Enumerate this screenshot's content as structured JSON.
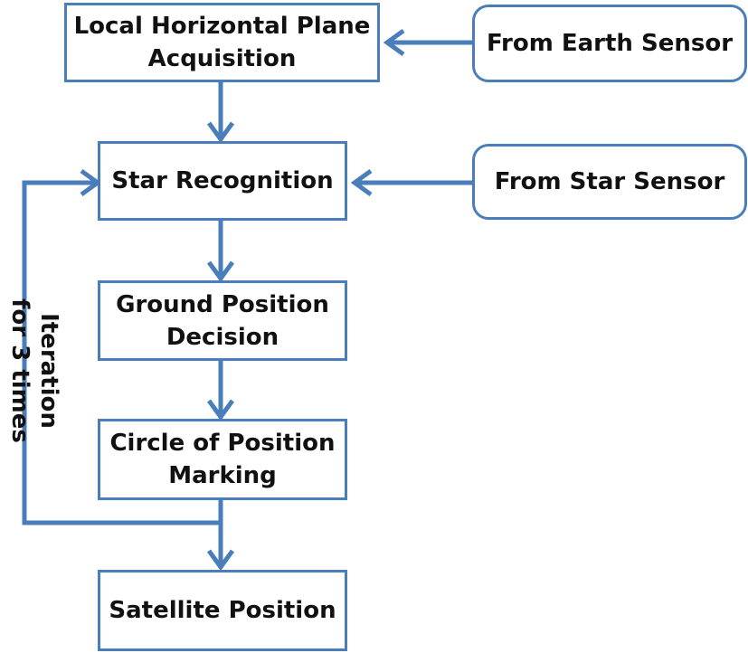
{
  "nodes": {
    "local_horizontal_plane": {
      "line1": "Local Horizontal Plane",
      "line2": "Acquisition"
    },
    "from_earth_sensor": {
      "label": "From Earth Sensor"
    },
    "star_recognition": {
      "label": "Star Recognition"
    },
    "from_star_sensor": {
      "label": "From Star Sensor"
    },
    "ground_position": {
      "line1": "Ground Position",
      "line2": "Decision"
    },
    "circle_of_position": {
      "line1": "Circle of Position",
      "line2": "Marking"
    },
    "satellite_position": {
      "label": "Satellite Position"
    }
  },
  "loop_label": {
    "line1": "Iteration",
    "line2": "for 3 times"
  },
  "colors": {
    "line": "#4a7ebb",
    "text": "#111111",
    "background": "#ffffff"
  }
}
